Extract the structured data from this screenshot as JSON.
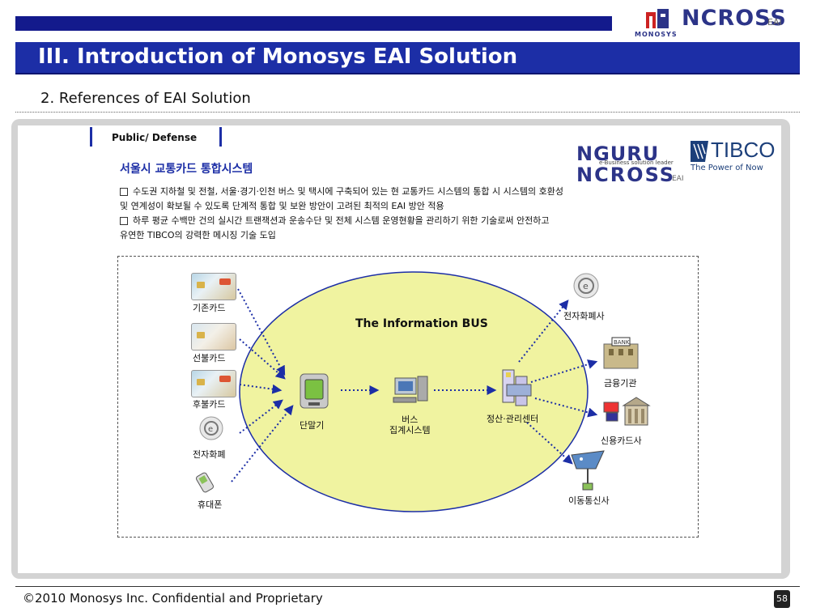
{
  "header": {
    "logo_brand": "NCROSS",
    "logo_eai": "EAI",
    "logo_company": "MONOSYS",
    "title": "III. Introduction of Monosys EAI Solution",
    "subtitle": "2.  References of  EAI  Solution"
  },
  "section": {
    "tab_label": "Public/ Defense",
    "title": "서울시 교통카드 통합시스템",
    "bullets": [
      {
        "line1": "수도권 지하철 및 전철, 서울·경기·인천 버스 및 택시에 구축되어 있는 현 교통카드 시스템의 통합 시 시스템의 호환성",
        "line2": "및 연계성이 확보될 수 있도록 단계적 통합 및 보완 방안이 고려된 최적의 EAI 방안 적용"
      },
      {
        "line1": "하루 평균 수백만 건의 실시간 트랜잭션과 운송수단 및 전체 시스템 운영현황을 관리하기 위한 기술로써 안전하고",
        "line2": "유연한 TIBCO의 강력한 메시징 기술 도입"
      }
    ]
  },
  "partner_logos": {
    "nguru": "NGURU",
    "nguru_sub": "e-Business solution leader",
    "ncross": "NCROSS",
    "ncross_eai": "EAI",
    "tibco": "TIBCO",
    "tibco_sub": "The Power of Now"
  },
  "diagram": {
    "bus_label": "The Information BUS",
    "left_items": [
      "기존카드",
      "선불카드",
      "후불카드",
      "전자화폐",
      "휴대폰"
    ],
    "center_terminal": "단말기",
    "center_bus_system_line1": "버스",
    "center_bus_system_line2": "집계시스템",
    "settlement_center": "정산·관리센터",
    "right_items": [
      "전자화폐사",
      "금융기관",
      "신용카드사",
      "이동통신사"
    ],
    "colors": {
      "ellipse_fill": "#f0f3a0",
      "ellipse_stroke": "#1c2ea6",
      "arrow": "#1c2ea6"
    },
    "icons": [
      "card-icon",
      "emoney-icon",
      "phone-icon",
      "terminal-icon",
      "pc-icon",
      "server-icon",
      "bank-icon",
      "creditcard-icon",
      "satellite-icon"
    ]
  },
  "footer": {
    "copyright": "©2010 Monosys Inc. Confidential and Proprietary",
    "page": "58"
  },
  "colors": {
    "title_bar": "#1c2ea6",
    "top_bar": "#131a8c",
    "section_title": "#1c2ea6"
  }
}
